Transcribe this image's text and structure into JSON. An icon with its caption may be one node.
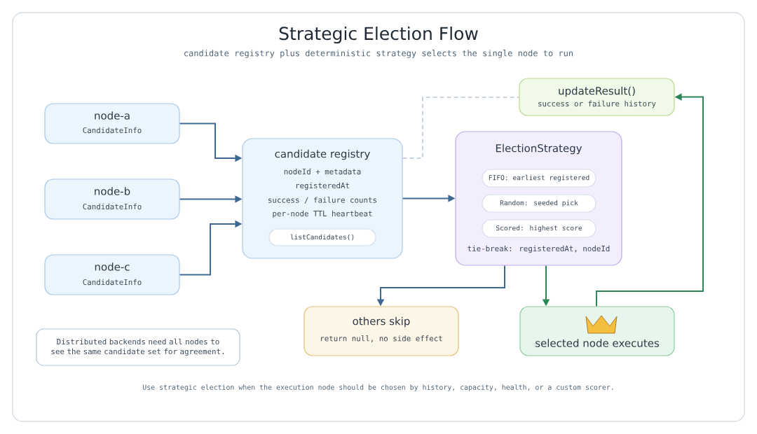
{
  "diagram": {
    "title": "Strategic Election Flow",
    "caption": "Use strategic election when the execution node should be chosen by history, capacity, health, or a custom scorer.",
    "nodes": [
      {
        "text": [
          "node-a",
          "CandidateInfo"
        ]
      },
      {
        "text": [
          "node-b",
          "CandidateInfo"
        ]
      },
      {
        "text": [
          "node-c",
          "CandidateInfo"
        ]
      },
      {
        "text": [
          "candidate registry",
          "nodeId + metadata",
          "registeredAt",
          "success / failure counts",
          "per-node TTL heartbeat"
        ]
      },
      {
        "text": [
          "listCandidates()"
        ],
        "in": 3
      },
      {
        "text": [
          "updateResult()",
          "success or failure history"
        ]
      },
      {
        "text": [
          "ElectionStrategy",
          "tie-break: registeredAt, nodeId"
        ]
      },
      {
        "text": [
          "FIFO: earliest registered"
        ],
        "in": 6
      },
      {
        "text": [
          "Random: seeded pick"
        ],
        "in": 6
      },
      {
        "text": [
          "Scored: highest score"
        ],
        "in": 6
      },
      {
        "text": [
          "others skip",
          "return null, no side effect"
        ]
      },
      {
        "text": [
          "selected node executes"
        ]
      },
      {
        "text": [
          "Distributed backends need all nodes to see the same candidate set for agreement."
        ]
      }
    ],
    "edges": [
      {
        "from": 0,
        "to": 3,
        "arrow": "to"
      },
      {
        "from": 1,
        "to": 3,
        "arrow": "to"
      },
      {
        "from": 2,
        "to": 3,
        "arrow": "to"
      },
      {
        "from": 3,
        "to": 6,
        "arrow": "to"
      },
      {
        "from": 3,
        "to": 5,
        "arrow": "none",
        "style": "dashed",
        "color": "#b7c7d7"
      },
      {
        "from": 6,
        "to": 10,
        "arrow": "to"
      },
      {
        "from": 6,
        "to": 11,
        "arrow": "to",
        "color": "#2d8656"
      },
      {
        "from": 11,
        "to": 5,
        "arrow": "to",
        "color": "#2d8656"
      }
    ],
    "labels": [
      "candidate registry plus deterministic strategy selects the single node to run"
    ]
  }
}
